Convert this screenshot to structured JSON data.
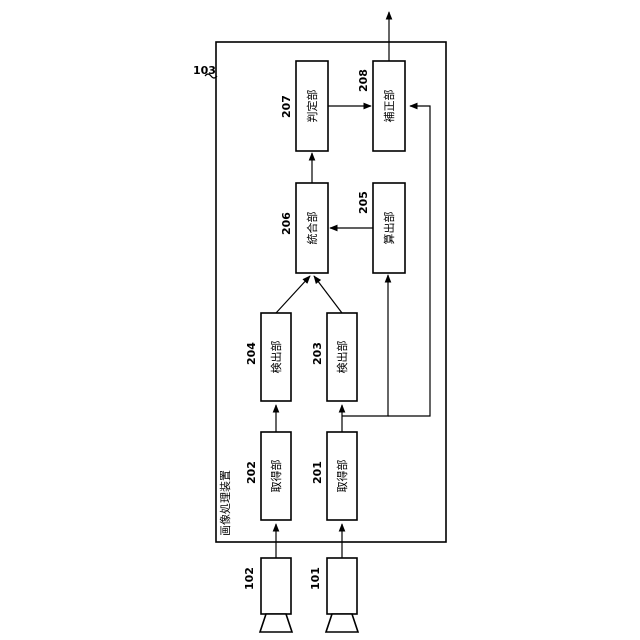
{
  "device": {
    "ref": "103",
    "title": "画像処理装置"
  },
  "cameras": [
    {
      "id": "camera-101",
      "ref": "101"
    },
    {
      "id": "camera-102",
      "ref": "102"
    }
  ],
  "blocks": {
    "acq201": {
      "ref": "201",
      "label": "取得部"
    },
    "acq202": {
      "ref": "202",
      "label": "取得部"
    },
    "det203": {
      "ref": "203",
      "label": "検出部"
    },
    "det204": {
      "ref": "204",
      "label": "検出部"
    },
    "calc205": {
      "ref": "205",
      "label": "算出部"
    },
    "int206": {
      "ref": "206",
      "label": "統合部"
    },
    "judge207": {
      "ref": "207",
      "label": "判定部"
    },
    "corr208": {
      "ref": "208",
      "label": "補正部"
    }
  }
}
